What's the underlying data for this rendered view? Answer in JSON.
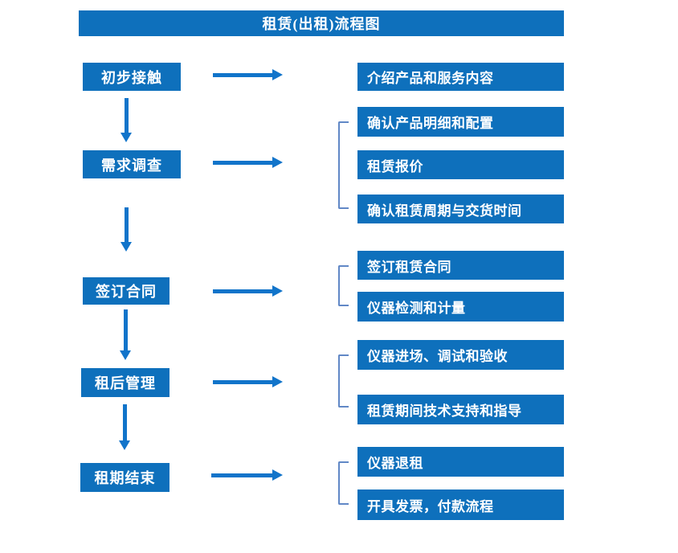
{
  "title": "租赁(出租)流程图",
  "colors": {
    "box_blue": "#0E70BC",
    "arrow_blue": "#1174CA",
    "bracket_blue": "#6188C6",
    "text_white": "#FFFFFF",
    "background": "#FFFFFF"
  },
  "steps": [
    {
      "label": "初步接触",
      "outputs": [
        "介绍产品和服务内容"
      ]
    },
    {
      "label": "需求调查",
      "outputs": [
        "确认产品明细和配置",
        "租赁报价",
        "确认租赁周期与交货时间"
      ]
    },
    {
      "label": "签订合同",
      "outputs": [
        "签订租赁合同",
        "仪器检测和计量"
      ]
    },
    {
      "label": "租后管理",
      "outputs": [
        "仪器进场、调试和验收",
        "租赁期间技术支持和指导"
      ]
    },
    {
      "label": "租期结束",
      "outputs": [
        "仪器退租",
        "开具发票，付款流程"
      ]
    }
  ]
}
